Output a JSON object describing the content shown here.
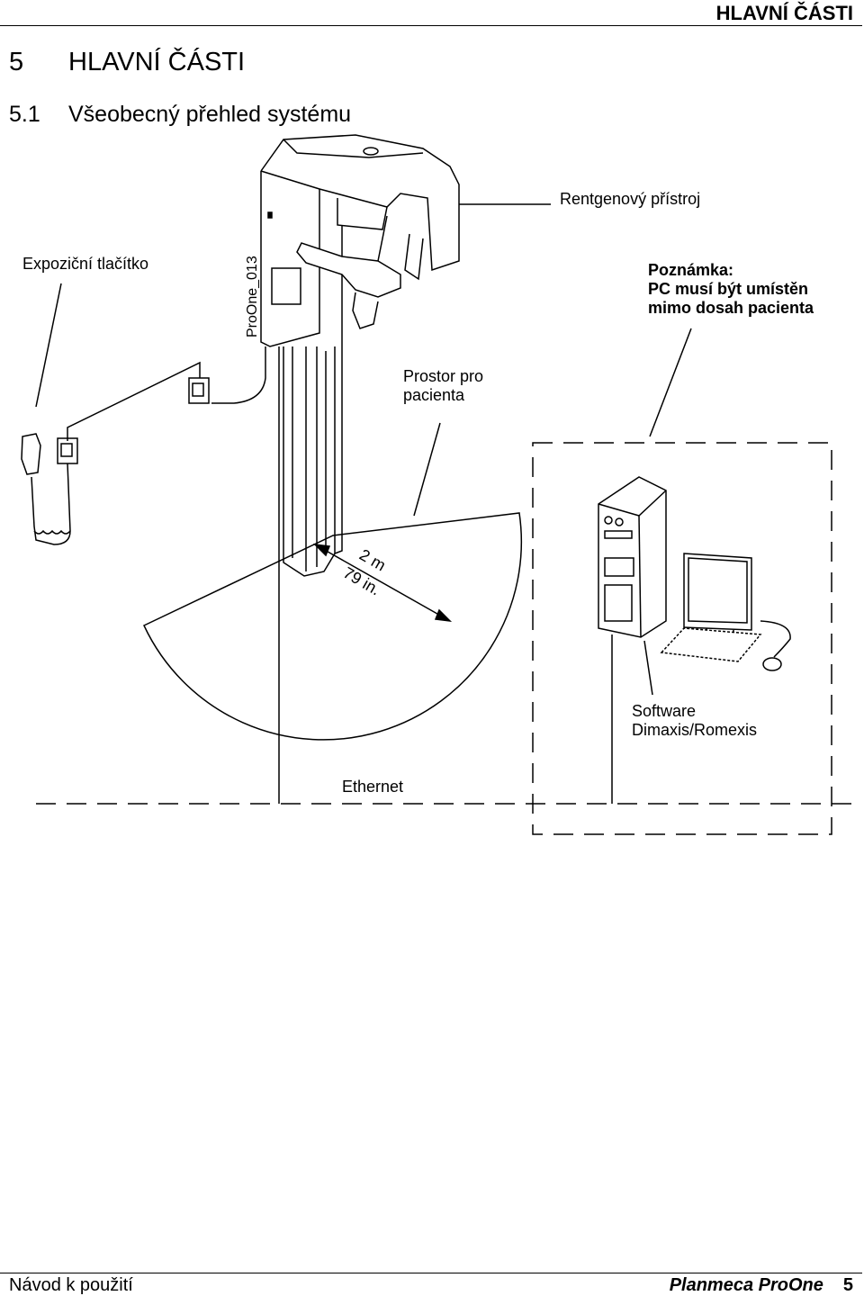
{
  "header": {
    "running_title": "HLAVNÍ ČÁSTI"
  },
  "chapter": {
    "number": "5",
    "title": "HLAVNÍ ČÁSTI"
  },
  "section": {
    "number": "5.1",
    "title": "Všeobecný přehled systému"
  },
  "diagram": {
    "labels": {
      "xray_unit": "Rentgenový přístroj",
      "exposure_button": "Expoziční tlačítko",
      "note_title": "Poznámka:",
      "note_line1": "PC musí být umístěn",
      "note_line2": "mimo dosah pacienta",
      "patient_area_line1": "Prostor pro",
      "patient_area_line2": "pacienta",
      "distance_m": "2 m",
      "distance_in": "79 in.",
      "software_line1": "Software",
      "software_line2": "Dimaxis/Romexis",
      "ethernet": "Ethernet",
      "figure_code": "ProOne_013"
    }
  },
  "footer": {
    "left": "Návod k použití",
    "right": "Planmeca ProOne",
    "page": "5"
  }
}
